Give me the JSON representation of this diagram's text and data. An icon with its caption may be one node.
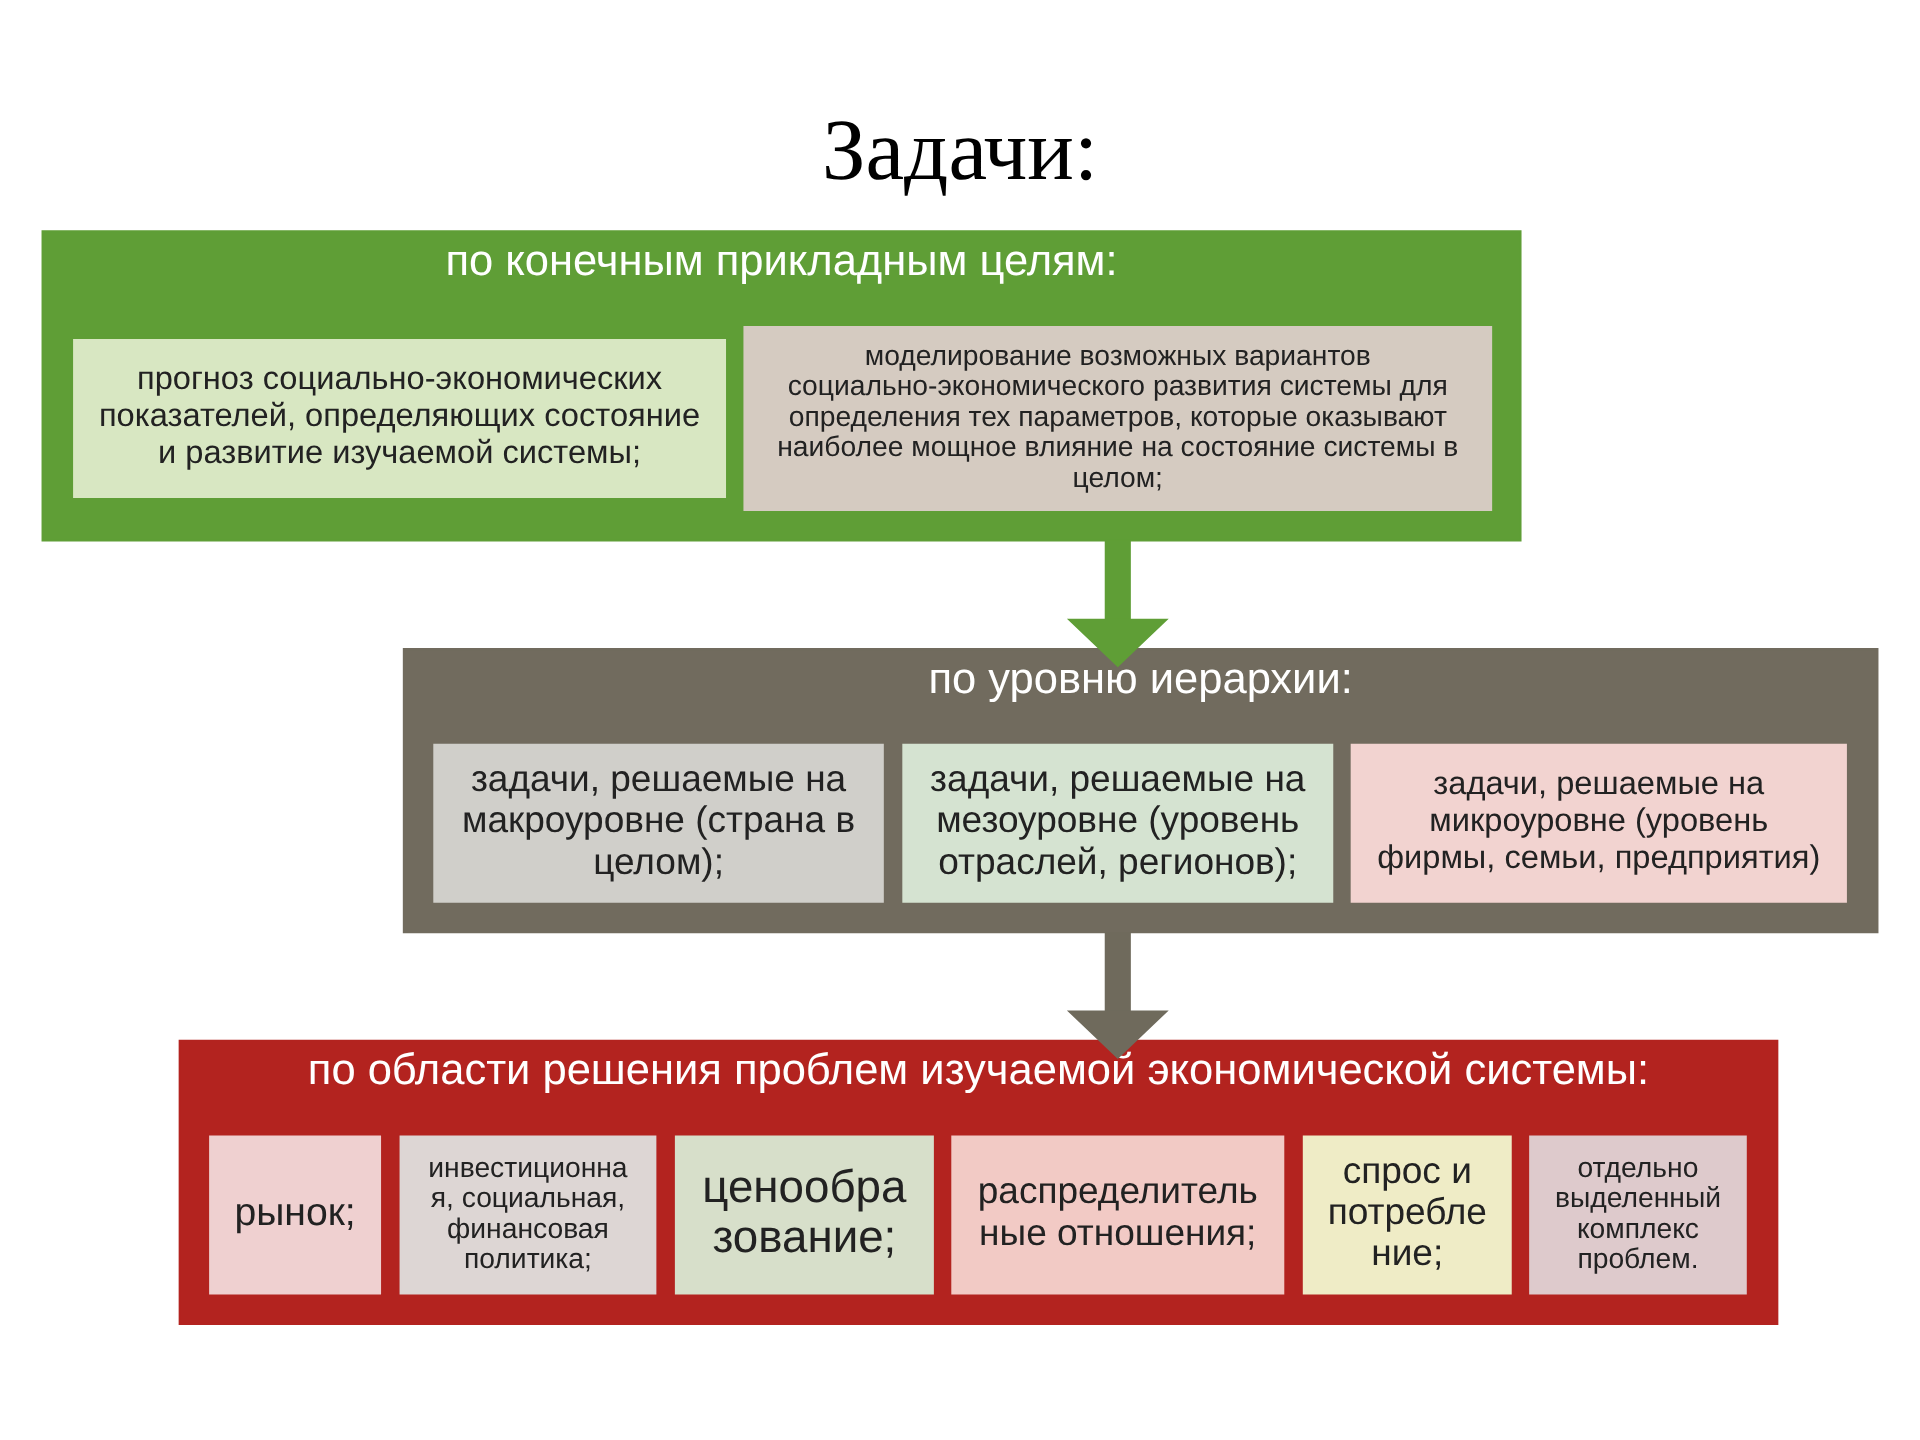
{
  "diagram": {
    "title": "Задачи:",
    "nodes": [
      {
        "text": [
          "по конечным прикладным целям:"
        ]
      },
      {
        "text": [
          "прогноз социально-экономических показателей, определяющих состояние и развитие изучаемой системы;"
        ],
        "in": 0
      },
      {
        "text": [
          "моделирование возможных вариантов социально-экономического развития системы для определения тех параметров, которые оказывают наиболее мощное влияние на состояние системы в целом;"
        ],
        "in": 0
      },
      {
        "text": [
          "по уровню иерархии:"
        ]
      },
      {
        "text": [
          "задачи, решаемые на макроуровне (страна в целом);"
        ],
        "in": 3
      },
      {
        "text": [
          "задачи, решаемые на мезоуровне (уровень отраслей, регионов);"
        ],
        "in": 3
      },
      {
        "text": [
          "задачи, решаемые на микроуровне (уровень фирмы, семьи, предприятия)"
        ],
        "in": 3
      },
      {
        "text": [
          "по области решения проблем изучаемой экономической системы:"
        ]
      },
      {
        "text": [
          "рынок;"
        ],
        "in": 7
      },
      {
        "text": [
          "инвестиционна я, социальная, финансовая политика;"
        ],
        "in": 7
      },
      {
        "text": [
          "ценообра зование;"
        ],
        "in": 7
      },
      {
        "text": [
          "распределитель ные отношения;"
        ],
        "in": 7
      },
      {
        "text": [
          "спрос и потребле ние;"
        ],
        "in": 7
      },
      {
        "text": [
          "отдельно выделенный комплекс проблем."
        ],
        "in": 7
      }
    ],
    "edges": [
      {
        "from": 0,
        "to": 3,
        "arrow": "to",
        "color": "#5f9e36"
      },
      {
        "from": 3,
        "to": 7,
        "arrow": "to",
        "color": "#6f6a5c"
      }
    ]
  }
}
